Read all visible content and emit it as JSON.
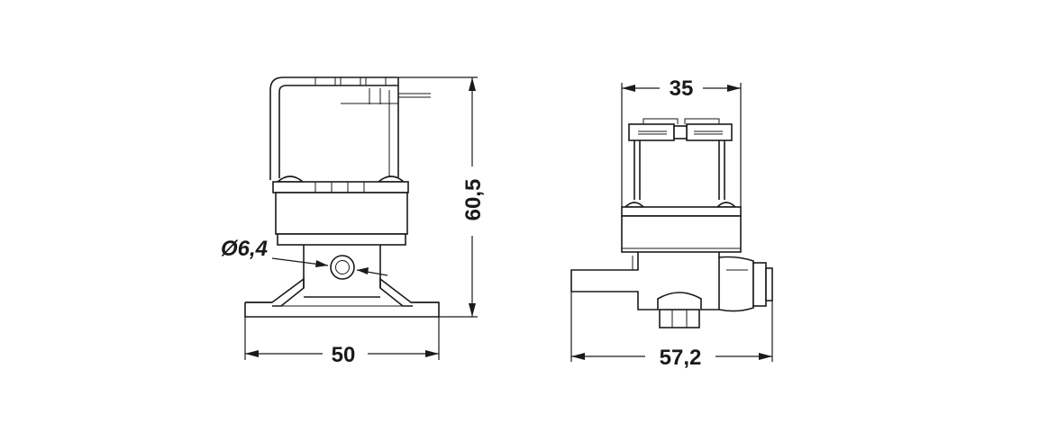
{
  "dimensions": {
    "front_width": "50",
    "height": "60,5",
    "hole_diameter": "Ø6,4",
    "side_width": "35",
    "side_length": "57,2"
  }
}
